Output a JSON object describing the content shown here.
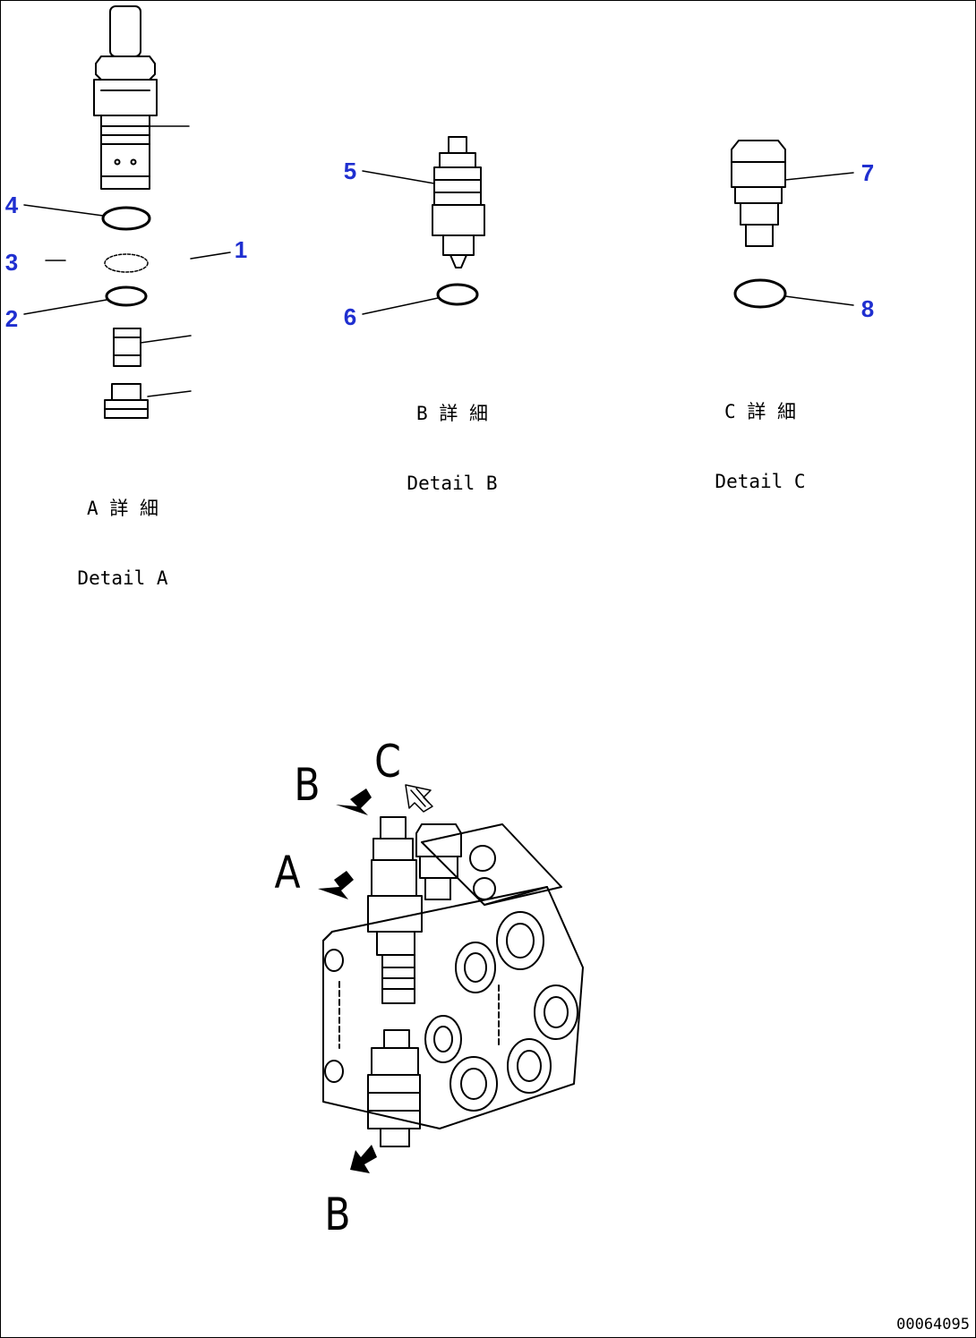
{
  "accent_color": "#1f2fd0",
  "callouts": [
    {
      "label": "1"
    },
    {
      "label": "2"
    },
    {
      "label": "3"
    },
    {
      "label": "4"
    },
    {
      "label": "5"
    },
    {
      "label": "6"
    },
    {
      "label": "7"
    },
    {
      "label": "8"
    }
  ],
  "details": {
    "a": {
      "jp": "A 詳 細",
      "en": "Detail A"
    },
    "b": {
      "jp": "B 詳 細",
      "en": "Detail B"
    },
    "c": {
      "jp": "C 詳 細",
      "en": "Detail C"
    }
  },
  "view_labels": {
    "b_top": "B",
    "c": "C",
    "a": "A",
    "b_bottom": "B"
  },
  "drawing_number": "00064095"
}
